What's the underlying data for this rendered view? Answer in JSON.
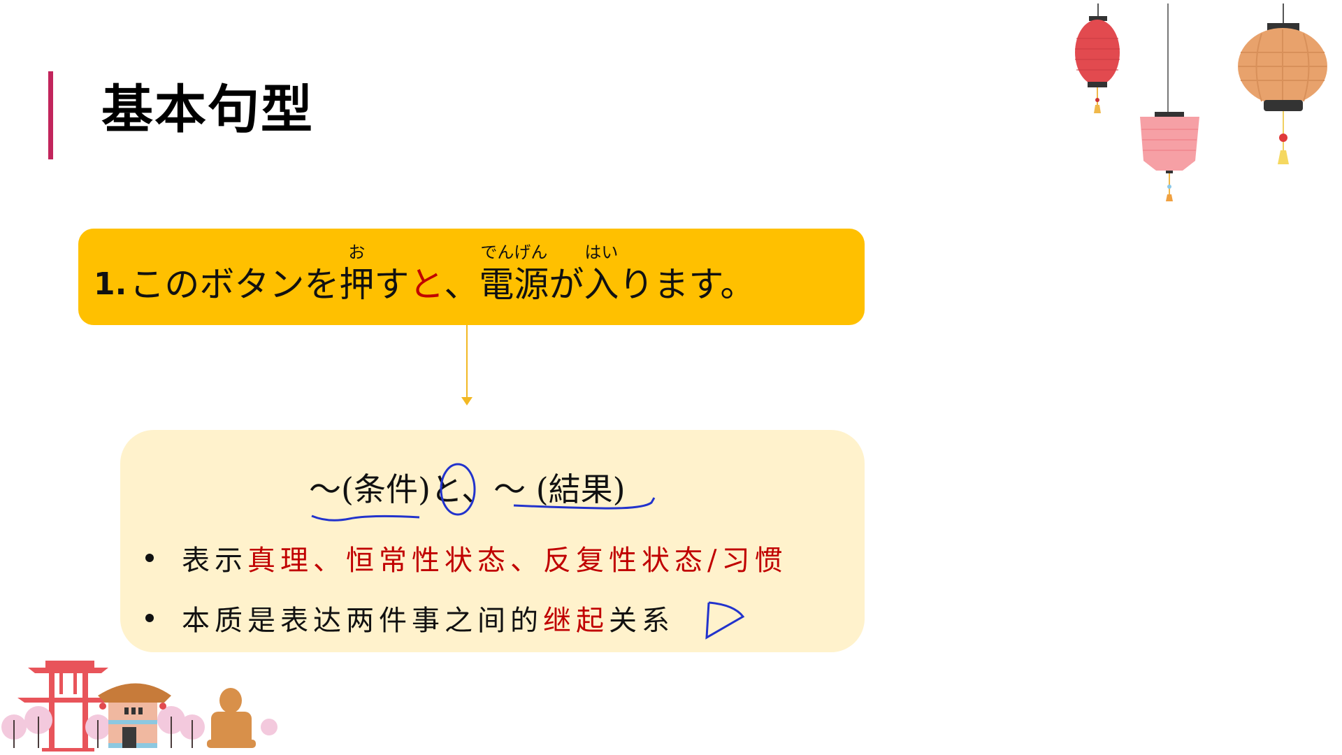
{
  "header": {
    "title": "基本句型",
    "accent_color": "#c2255c"
  },
  "example": {
    "number": "1.",
    "segments": [
      {
        "text": "このボタンを",
        "ruby": null,
        "color": "black"
      },
      {
        "text": "押",
        "ruby": "お",
        "color": "black"
      },
      {
        "text": "す",
        "ruby": null,
        "color": "black"
      },
      {
        "text": "と",
        "ruby": null,
        "color": "red"
      },
      {
        "text": "、",
        "ruby": null,
        "color": "black"
      },
      {
        "text": "電源",
        "ruby": "でんげん",
        "color": "black"
      },
      {
        "text": "が",
        "ruby": null,
        "color": "black"
      },
      {
        "text": "入",
        "ruby": "はい",
        "color": "black"
      },
      {
        "text": "ります。",
        "ruby": null,
        "color": "black"
      }
    ],
    "background": "#ffc000"
  },
  "pattern": {
    "formula": {
      "part1": "～(条件)",
      "particle": "と",
      "sep": "、",
      "part2": "～ (結果)"
    },
    "bullets": [
      {
        "prefix": "表示",
        "highlight": "真理、恒常性状态、反复性状态/习惯",
        "suffix": ""
      },
      {
        "prefix": "本质是表达两件事之间的",
        "highlight": "继起",
        "suffix": "关系"
      }
    ],
    "background": "#fff2cc",
    "highlight_color": "#c00000"
  },
  "annotations": {
    "ink_color": "#2233cc",
    "items": [
      "underline-condition",
      "circle-to",
      "underline-result",
      "pen-cursor"
    ]
  },
  "decorations": {
    "lanterns": [
      "red-lantern",
      "pink-lantern",
      "orange-lantern"
    ],
    "scene": [
      "red-pagoda-gate",
      "temple-house",
      "cherry-trees",
      "buddha-statue"
    ]
  }
}
